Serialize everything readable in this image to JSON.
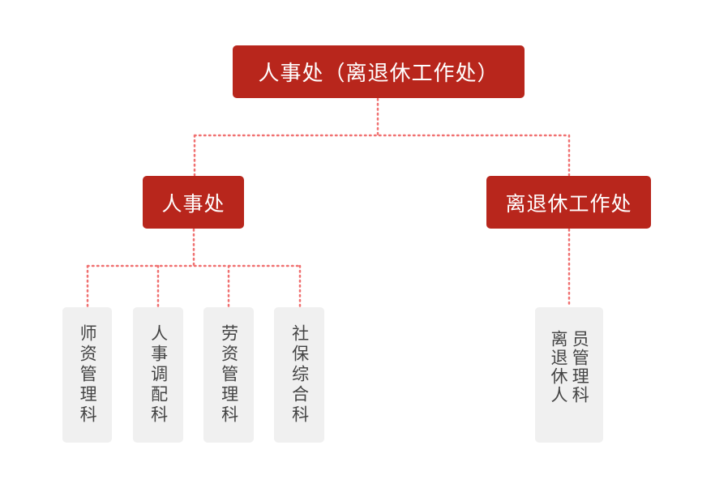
{
  "root": {
    "label": "人事处（离退休工作处）"
  },
  "branches": [
    {
      "label": "人事处",
      "children": [
        "师资管理科",
        "人事调配科",
        "劳资管理科",
        "社保综合科"
      ]
    },
    {
      "label": "离退休工作处",
      "children": [
        "离退休人员管理科"
      ]
    }
  ],
  "colors": {
    "primary": "#b8261c",
    "connector": "#f07070",
    "leaf_bg": "#f0f0f0"
  }
}
